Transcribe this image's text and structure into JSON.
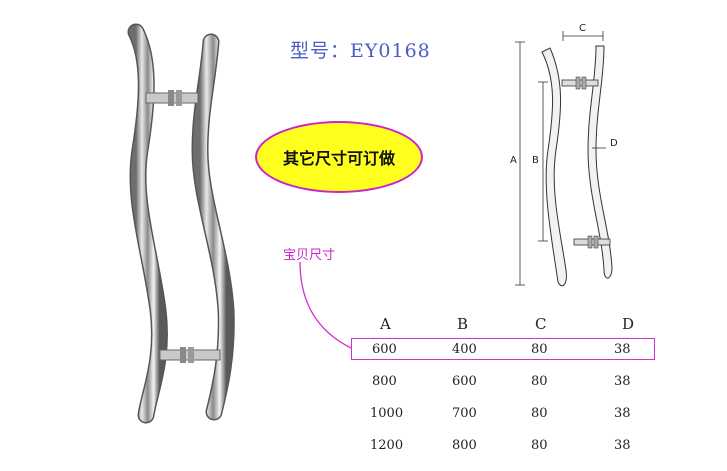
{
  "title": "型号：EY0168",
  "badge": "其它尺寸可订做",
  "size_label": "宝贝尺寸",
  "table": {
    "headers": [
      "A",
      "B",
      "C",
      "D"
    ],
    "rows": [
      [
        "600",
        "400",
        "80",
        "38"
      ],
      [
        "800",
        "600",
        "80",
        "38"
      ],
      [
        "1000",
        "700",
        "80",
        "38"
      ],
      [
        "1200",
        "800",
        "80",
        "38"
      ]
    ]
  },
  "drawing_labels": {
    "a": "A",
    "b": "B",
    "c": "C",
    "d": "D"
  },
  "colors": {
    "title": "#4b5bc6",
    "badge_fill": "#ffff1e",
    "accent": "#cc22cc"
  }
}
